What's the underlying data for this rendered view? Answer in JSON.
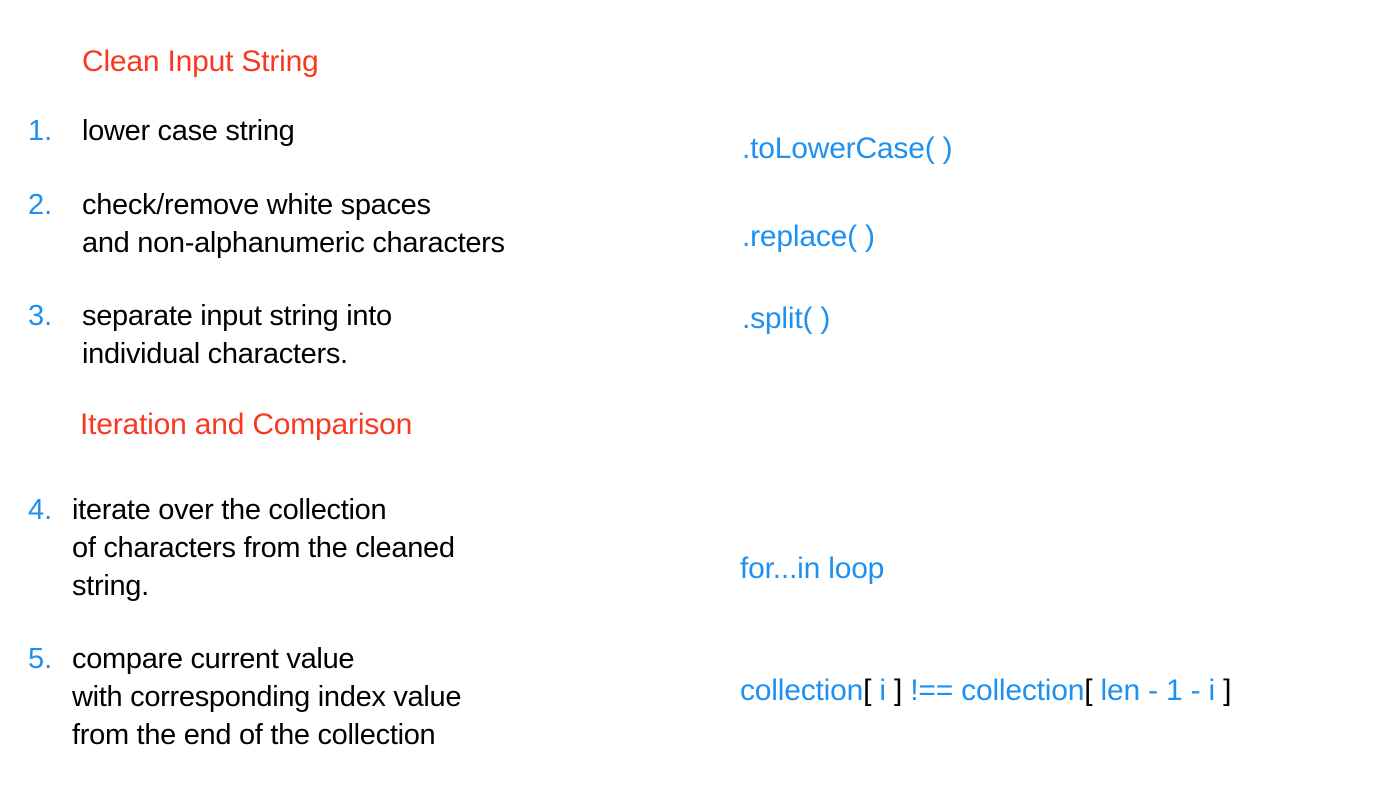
{
  "slide": {
    "background_color": "#ffffff",
    "accent_heading_color": "#f93822",
    "accent_code_color": "#1e90f0",
    "body_text_color": "#000000"
  },
  "sections": [
    {
      "id": "clean-input-string",
      "heading": "Clean Input String"
    },
    {
      "id": "iteration-and-comparison",
      "heading": "Iteration and Comparison"
    }
  ],
  "steps": [
    {
      "number": "1.",
      "text": "lower case string",
      "code": {
        "text": ".toLowerCase( )"
      }
    },
    {
      "number": "2.",
      "text": "check/remove white spaces\nand non-alphanumeric characters",
      "code": {
        "text": ".replace( )"
      }
    },
    {
      "number": "3.",
      "text": "separate input string into\nindividual characters.",
      "code": {
        "text": ".split( )"
      }
    },
    {
      "number": "4.",
      "text": "iterate over the collection\nof characters from the cleaned\nstring.",
      "code": {
        "text": "for...in loop"
      }
    },
    {
      "number": "5.",
      "text": "compare current value\nwith corresponding index value\nfrom the end of the collection",
      "code": {
        "text": "collection[ i ] !== collection[ len - 1 - i ]",
        "parts": {
          "name_a": "collection",
          "open_a": "[",
          "index_a": " i ",
          "close_a": "]",
          "operator": " !== ",
          "name_b": "collection",
          "open_b": "[",
          "index_b": " len - 1 - i ",
          "close_b": "]"
        }
      }
    }
  ]
}
